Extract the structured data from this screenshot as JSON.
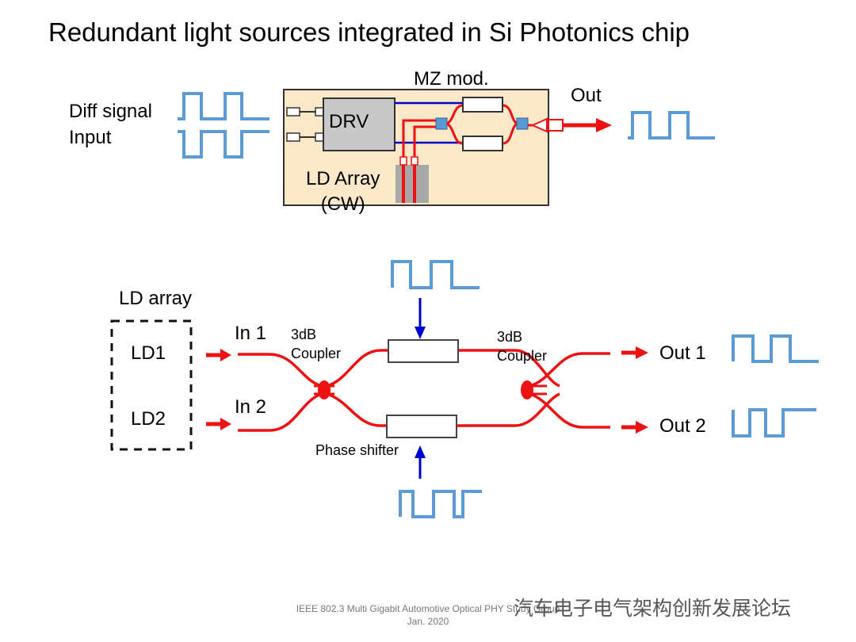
{
  "title": "Redundant light sources integrated in Si Photonics chip",
  "top_diagram": {
    "input_label_line1": "Diff signal",
    "input_label_line2": "Input",
    "mz_label": "MZ mod.",
    "out_label": "Out",
    "drv_label": "DRV",
    "ld_array_line1": "LD Array",
    "ld_array_line2": "(CW)"
  },
  "bottom_diagram": {
    "ld_array_label": "LD array",
    "ld1": "LD1",
    "ld2": "LD2",
    "in1": "In 1",
    "in2": "In 2",
    "coupler1_line1": "3dB",
    "coupler1_line2": "Coupler",
    "coupler2_line1": "3dB",
    "coupler2_line2": "Coupler",
    "out1": "Out 1",
    "out2": "Out 2",
    "phase_shifter": "Phase shifter"
  },
  "footer": {
    "line1": "IEEE 802.3 Multi Gigabit Automotive Optical PHY Study Group",
    "line2": "Jan. 2020"
  },
  "watermark": "汽车电子电气架构创新发展论坛",
  "colors": {
    "waveguide": "#ee1111",
    "signal_wave": "#5b9bd5",
    "electrical": "#0000cc",
    "chip_fill": "#fbe8c8",
    "drv_fill": "#c8c8c8"
  }
}
